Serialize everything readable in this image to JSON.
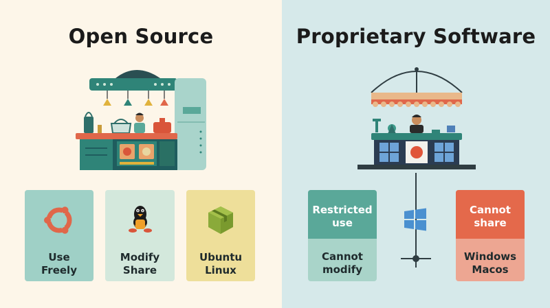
{
  "titles": {
    "left": "Open Source",
    "right": "Proprietary Software"
  },
  "open_source_cards": [
    {
      "line1": "Use",
      "line2": "Freely",
      "icon": "ubuntu-logo-icon",
      "color": "#9fd0c6"
    },
    {
      "line1": "Modify",
      "line2": "Share",
      "icon": "tux-penguin-icon",
      "color": "#d3e8dc"
    },
    {
      "line1": "Ubuntu",
      "line2": "Linux",
      "icon": "package-box-icon",
      "color": "#eedf9a"
    }
  ],
  "proprietary_cards": [
    {
      "top_line1": "Restricted",
      "top_line2": "use",
      "bottom_line1": "Cannot",
      "bottom_line2": "modify",
      "top_color": "#5aa899",
      "bottom_color": "#a9d4c9"
    },
    {
      "top_line1": "Cannot",
      "top_line2": "share",
      "bottom_line1": "Windows",
      "bottom_line2": "Macos",
      "top_color": "#e4694b",
      "bottom_color": "#eda692"
    }
  ],
  "icons": {
    "center": "windows-logo-icon",
    "kitchen": "open-kitchen-illustration",
    "shop": "shop-counter-illustration"
  }
}
